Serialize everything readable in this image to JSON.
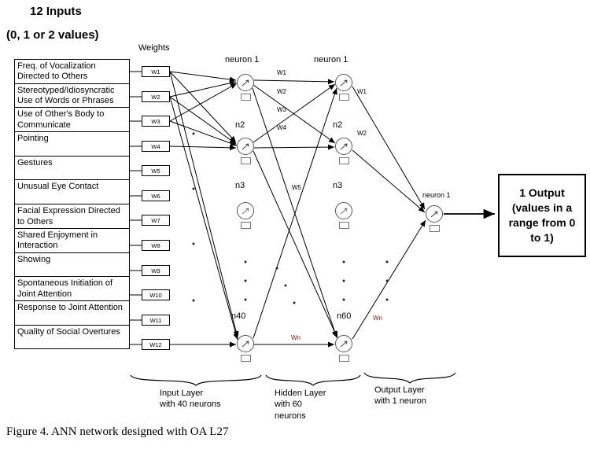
{
  "header": {
    "title": "12 Inputs",
    "subtitle": "(0, 1 or 2 values)"
  },
  "weights_label": "Weights",
  "inputs": {
    "items": [
      "Freq. of Vocalization Directed to Others",
      "Stereotyped/Idiosyncratic Use of Words or Phrases",
      "Use of Other's Body to Communicate",
      "Pointing",
      "Gestures",
      "Unusual Eye Contact",
      "Facial Expression Directed to Others",
      "Shared Enjoyment in Interaction",
      "Showing",
      "Spontaneous Initiation of Joint Attention",
      "Response to Joint Attention",
      "Quality of Social Overtures"
    ]
  },
  "weights": {
    "labels": [
      "W1",
      "W2",
      "W3",
      "W4",
      "W5",
      "W6",
      "W7",
      "W8",
      "W9",
      "W10",
      "W11",
      "W12"
    ]
  },
  "network": {
    "input_layer": {
      "node_labels": [
        "neuron 1",
        "n2",
        "n3",
        "n40"
      ]
    },
    "hidden_layer": {
      "node_labels": [
        "neuron 1",
        "n2",
        "n3",
        "n60"
      ]
    },
    "output_layer": {
      "node_label": "neuron 1"
    },
    "edge_labels": {
      "ih": [
        "W1",
        "W2",
        "W3",
        "W4",
        "W5",
        "Wn"
      ],
      "ho": [
        "W1",
        "W2",
        "Wn"
      ]
    }
  },
  "output_box": {
    "text": "1 Output (values in a range from 0 to 1)"
  },
  "braces": {
    "input": "Input Layer\nwith 40 neurons",
    "hidden": "Hidden Layer\nwith 60\nneurons",
    "output": "Output Layer\nwith 1 neuron"
  },
  "caption": "Figure 4. ANN network designed with OA L27",
  "colors": {
    "line": "#000000",
    "accent_weight_label": "#8b1a1a",
    "background": "#ffffff"
  }
}
